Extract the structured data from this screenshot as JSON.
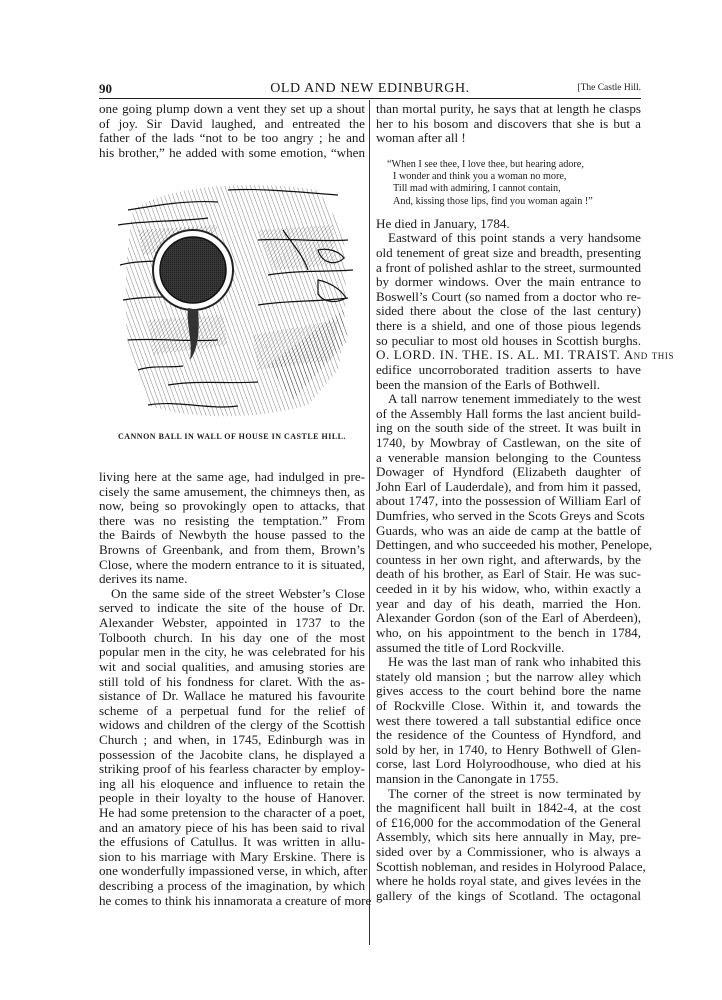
{
  "header": {
    "page_number": "90",
    "running_title": "OLD AND NEW EDINBURGH.",
    "section": "[The Castle Hill."
  },
  "figure": {
    "description": "engraving of a cannon ball embedded in a stone wall",
    "caption": "CANNON BALL IN WALL OF HOUSE IN CASTLE HILL."
  },
  "left_column": {
    "top_lines": [
      "one going plump down a vent they set up a shout",
      "of joy.   Sir David laughed, and entreated the",
      "father of the lads “not to be too angry ; he and",
      "his brother,” he added with some emotion, “when"
    ],
    "bottom_lines": [
      "living here at the same age, had indulged in pre-",
      "cisely the same amusement, the chimneys then, as",
      "now, being so provokingly open to attacks, that",
      "there was no resisting the temptation.”   From",
      "the Bairds of Newbyth the house passed to the",
      "Browns of Greenbank, and from them, Brown’s",
      "Close, where the modern entrance to it is situated,",
      "derives its name.",
      "On the same side of the street Webster’s Close",
      "served to indicate the site of the house of Dr.",
      "Alexander Webster, appointed in 1737 to the",
      "Tolbooth church.  In his day one of the most",
      "popular men in the city, he was celebrated for his",
      "wit and social qualities, and amusing stories are",
      "still told of his fondness for claret.  With the as-",
      "sistance of Dr. Wallace he matured his favourite",
      "scheme of a perpetual fund for the relief of",
      "widows and children of the clergy of the Scottish",
      "Church ;  and when, in 1745, Edinburgh was in",
      "possession of the Jacobite clans, he displayed a",
      "striking proof of his fearless character by employ-",
      "ing all his eloquence and influence to retain the",
      "people in their loyalty to the house of Hanover.",
      "He had some pretension to the character of a poet,",
      "and an amatory piece of his has been said to rival",
      "the effusions of Catullus.  It was written in allu-",
      "sion to his marriage with Mary Erskine.  There is",
      "one wonderfully impassioned verse, in which, after",
      "describing a process of the imagination, by which",
      "he comes to think his innamorata a creature of more"
    ]
  },
  "right_column": {
    "intro_lines": [
      "than mortal purity, he says that at length he clasps",
      "her to his bosom and discovers that she is but a",
      "woman after all !"
    ],
    "verse": [
      "“When I see thee, I love thee, but hearing adore,",
      "I wonder and think you a woman no more,",
      "Till mad with admiring, I cannot contain,",
      "And, kissing those lips, find you woman again !”"
    ],
    "lines": [
      "He died in January, 1784.",
      "Eastward of this point stands a very handsome",
      "old tenement of great size and breadth, presenting",
      "a front of polished ashlar to the street, surmounted",
      "by dormer windows.  Over the main entrance to",
      "Boswell’s Court (so named from a doctor who re-",
      "sided there about the close of the last century)",
      "there is a shield, and one of those pious legends",
      "so peculiar to most old houses in Scottish burghs.",
      "O. LORD. IN. THE. IS. AL. MI. TRAIST.  And this",
      "edifice uncorroborated tradition asserts to have",
      "been the mansion of the Earls of Bothwell.",
      "A tall narrow tenement immediately to the west",
      "of the Assembly Hall forms the last ancient build-",
      "ing on the south side of the street.   It was built in",
      "1740, by Mowbray of Castlewan, on the site of",
      "a venerable mansion belonging to the Countess",
      "Dowager of Hyndford (Elizabeth daughter of",
      "John Earl of Lauderdale), and from him it passed,",
      "about 1747, into the possession of William Earl of",
      "Dumfries, who served in the Scots Greys and Scots",
      "Guards, who was an aide de camp at the battle of",
      "Dettingen, and who succeeded his mother, Penelope,",
      "countess in her own right, and afterwards, by the",
      "death of his brother, as Earl of Stair.   He was suc-",
      "ceeded in it by his widow, who, within exactly a",
      "year and day of his death, married the Hon.",
      "Alexander Gordon (son of the Earl of Aberdeen),",
      "who, on his appointment to the bench in 1784,",
      "assumed the title of Lord Rockville.",
      "He was the last man of rank who inhabited this",
      "stately old mansion ; but the narrow alley which",
      "gives access to the court behind bore the name",
      "of Rockville Close.  Within it, and towards the",
      "west there towered a tall substantial edifice once",
      "the residence of the Countess of Hyndford, and",
      "sold by her, in 1740, to Henry Bothwell of Glen-",
      "corse, last Lord Holyroodhouse, who died at his",
      "mansion in the Canongate in 1755.",
      "The corner of the street is now terminated by",
      "the magnificent hall built in 1842-4, at the cost",
      "of £16,000 for the accommodation of the General",
      "Assembly, which sits here annually in May, pre-",
      "sided over by a Commissioner, who is always a",
      "Scottish nobleman, and resides in Holyrood Palace,",
      "where he holds royal state, and gives levées in the",
      "gallery of the kings of Scotland.  The octagonal"
    ]
  }
}
